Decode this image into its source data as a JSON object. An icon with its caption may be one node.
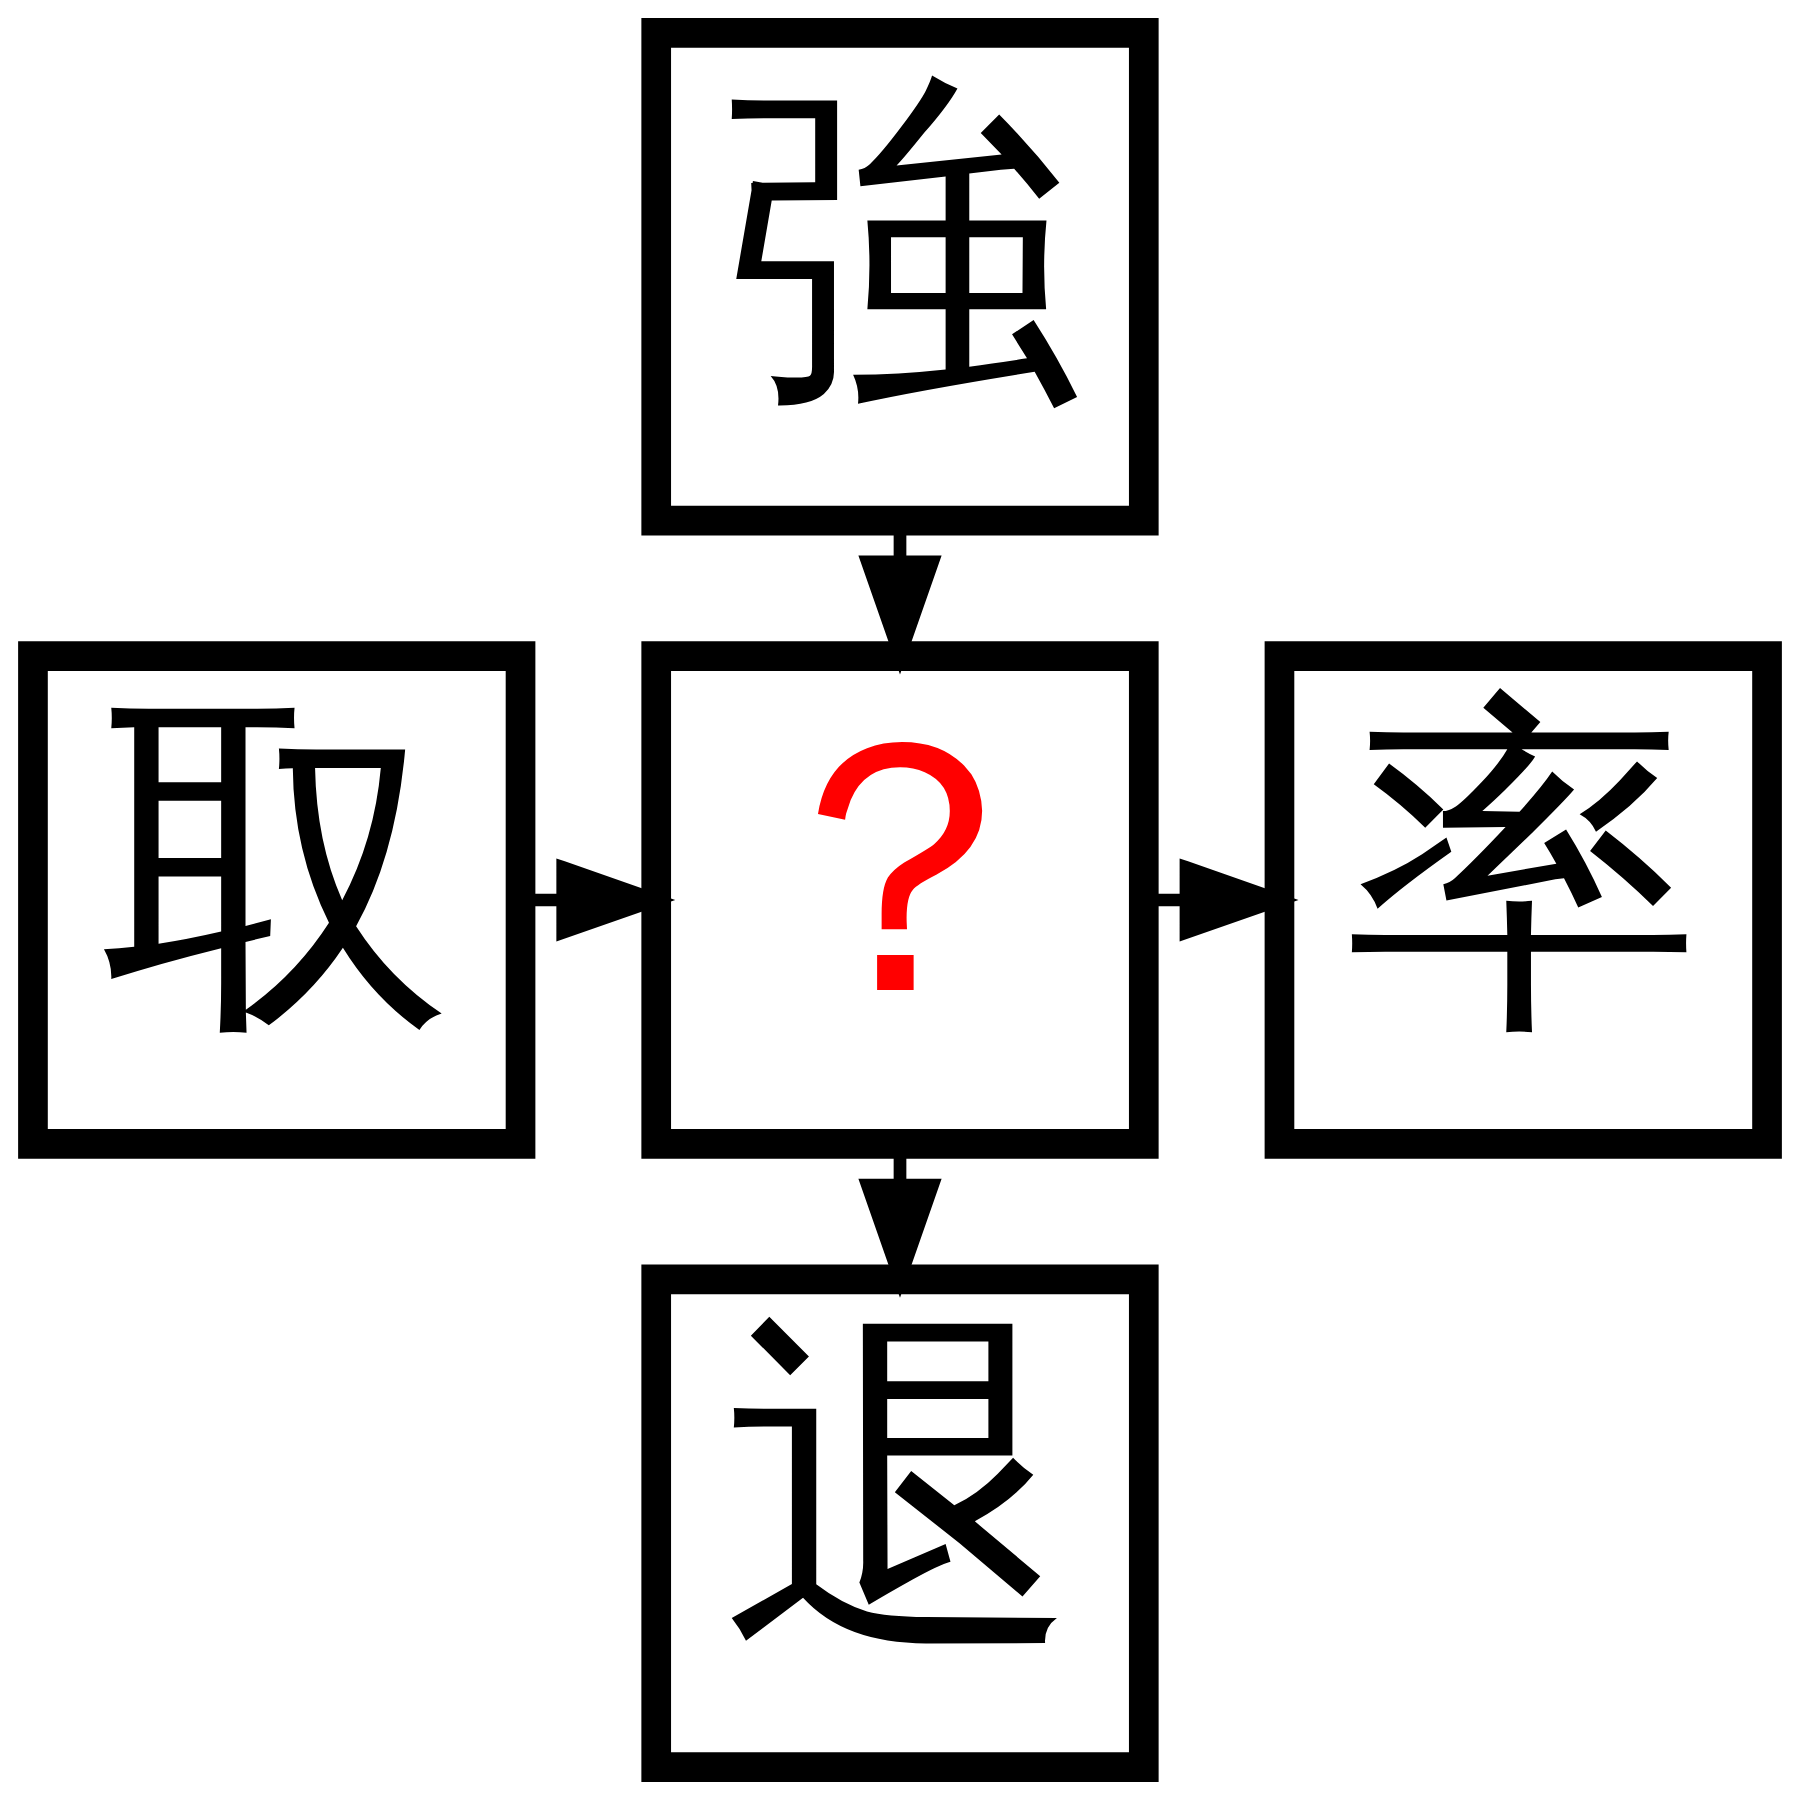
{
  "diagram": {
    "nodes": [
      {
        "text": [
          "強"
        ]
      },
      {
        "text": [
          "取"
        ]
      },
      {
        "text": [
          "？"
        ]
      },
      {
        "text": [
          "率"
        ]
      },
      {
        "text": [
          "退"
        ]
      }
    ],
    "edges": [
      {
        "from": 0,
        "to": 2,
        "arrow": "to"
      },
      {
        "from": 1,
        "to": 2,
        "arrow": "to"
      },
      {
        "from": 2,
        "to": 3,
        "arrow": "to"
      },
      {
        "from": 2,
        "to": 4,
        "arrow": "to"
      }
    ]
  }
}
